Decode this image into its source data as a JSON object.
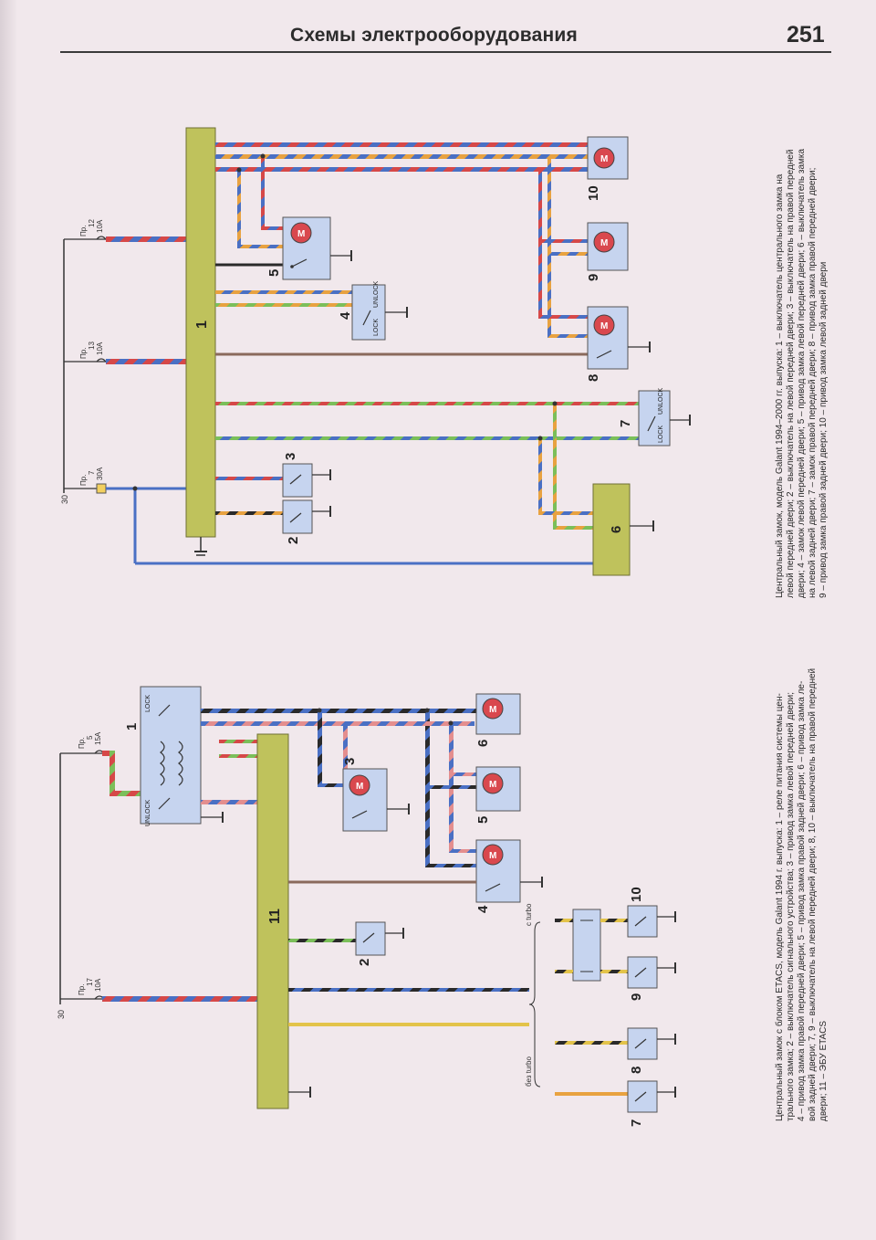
{
  "header": {
    "title": "Схемы электрооборудования",
    "page_number": "251"
  },
  "diagram_top": {
    "block_label": "1",
    "supply_label": "30",
    "fuses": [
      {
        "pr": "Пр.",
        "num": "7",
        "amp": "30А"
      },
      {
        "pr": "Пр.",
        "num": "13",
        "amp": "10А"
      },
      {
        "pr": "Пр.",
        "num": "12",
        "amp": "10А"
      }
    ],
    "component_labels": [
      "2",
      "3",
      "4",
      "5",
      "6",
      "7",
      "8",
      "9",
      "10"
    ],
    "lock_label": "LOCK",
    "unlock_label": "UNLOCK",
    "motor_symbol": "M"
  },
  "diagram_bottom": {
    "block_label": "11",
    "relay_label": "1",
    "supply_label": "30",
    "fuses": [
      {
        "pr": "Пр.",
        "num": "17",
        "amp": "10А"
      },
      {
        "pr": "Пр.",
        "num": "5",
        "amp": "15А"
      }
    ],
    "component_labels": [
      "2",
      "3",
      "4",
      "5",
      "6",
      "7",
      "8",
      "9",
      "10"
    ],
    "lock_label": "LOCK",
    "unlock_label": "UNLOCK",
    "motor_symbol": "M",
    "turbo_label": "с turbo",
    "no_turbo_label": "без turbo"
  },
  "captions": {
    "top": {
      "bold": "Центральный замок, модель Galant 1994–2000 гг. выпуска:",
      "lines": [
        "Центральный замок, модель Galant 1994–2000 гг. выпуска: 1 – выключатель центрального замка на",
        "левой передней двери; 2 – выключатель на левой передней двери; 3 – выключатель на правой передней",
        "двери; 4 – замок левой передней двери; 5 – привод замка левой передней двери; 6 – выключатель замка",
        "на левой задней двери; 7 – замок правой передней двери; 8 – привод замка правой передней двери;",
        "9 – привод замка правой задней двери; 10 – привод замка левой задней двери"
      ]
    },
    "bottom": {
      "bold": "Центральный замок с блоком ETACS, модель Galant 1994 г. выпуска:",
      "lines": [
        "Центральный замок с блоком ETACS, модель Galant 1994 г. выпуска: 1 – реле питания системы цен-",
        "трального замка; 2 – выключатель сигнального устройства; 3 – привод замка левой передней двери;",
        "4 – привод замка правой передней двери; 5 – привод замка правой задней двери; 6 – привод замка ле-",
        "вой задней двери; 7, 9 – выключатель на левой передней двери; 8, 10 – выключатель на правой передней",
        "двери; 11 – ЭБУ ETACS"
      ]
    }
  },
  "colors": {
    "block": "#bfc25c",
    "box": "#c6d4ef",
    "motor": "#d9484e",
    "wire_red": "#d64848",
    "wire_blue": "#4a70c4",
    "wire_orange": "#e8a240",
    "wire_green": "#7bbf5a",
    "wire_brown": "#8a6a5c",
    "wire_black": "#2a2a2a",
    "wire_yellow": "#e3c34a",
    "wire_pink": "#e48e8e"
  }
}
